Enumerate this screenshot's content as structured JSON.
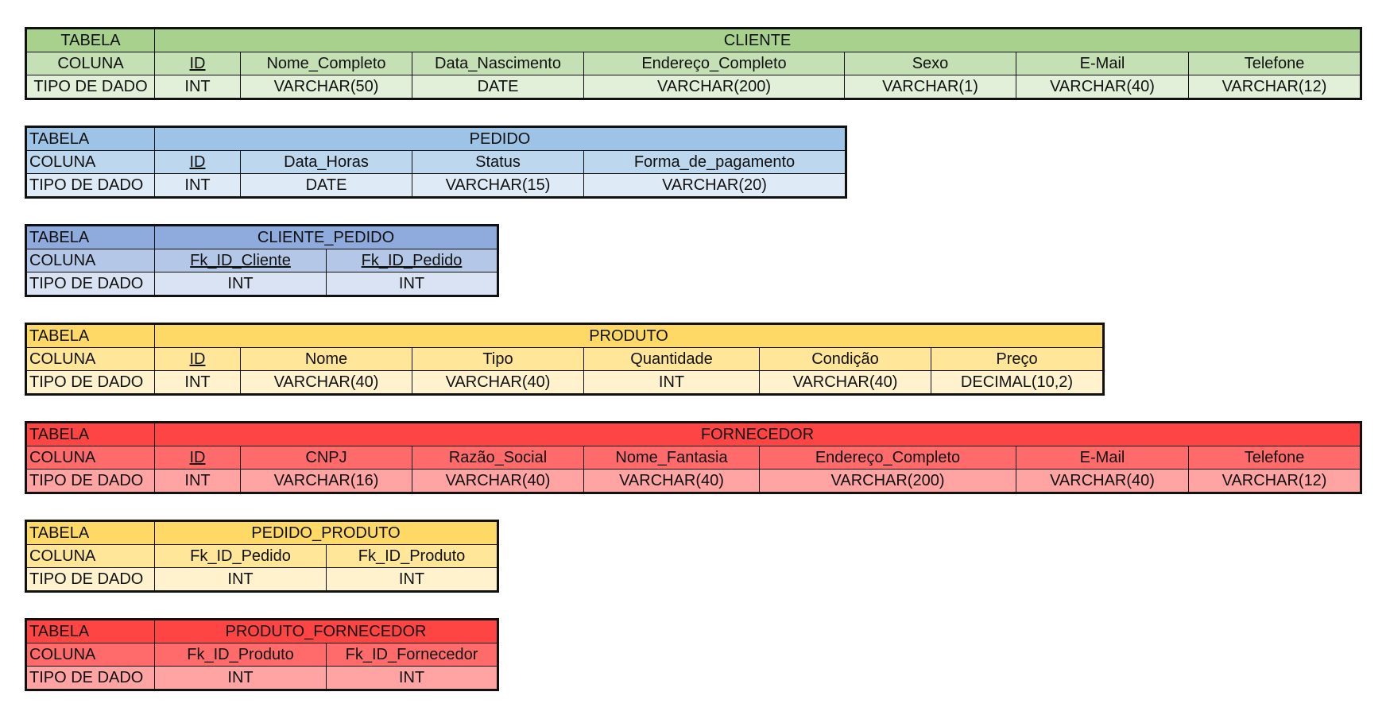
{
  "row_labels": {
    "tabela": "TABELA",
    "coluna": "COLUNA",
    "tipo": "TIPO DE DADO"
  },
  "colors": {
    "green": "#a9d18e",
    "blue": "#9dc3e6",
    "indigo": "#8faadc",
    "yellow": "#ffd966",
    "red": "#ff4444"
  },
  "tables": {
    "cliente": {
      "name": "CLIENTE",
      "columns": [
        "ID",
        "Nome_Completo",
        "Data_Nascimento",
        "Endereço_Completo",
        "Sexo",
        "E-Mail",
        "Telefone"
      ],
      "types": [
        "INT",
        "VARCHAR(50)",
        "DATE",
        "VARCHAR(200)",
        "VARCHAR(1)",
        "VARCHAR(40)",
        "VARCHAR(12)"
      ]
    },
    "pedido": {
      "name": "PEDIDO",
      "columns": [
        "ID",
        "Data_Horas",
        "Status",
        "Forma_de_pagamento"
      ],
      "types": [
        "INT",
        "DATE",
        "VARCHAR(15)",
        "VARCHAR(20)"
      ]
    },
    "cliente_pedido": {
      "name": "CLIENTE_PEDIDO",
      "columns": [
        "Fk_ID_Cliente",
        "Fk_ID_Pedido"
      ],
      "types": [
        "INT",
        "INT"
      ]
    },
    "produto": {
      "name": "PRODUTO",
      "columns": [
        "ID",
        "Nome",
        "Tipo",
        "Quantidade",
        "Condição",
        "Preço"
      ],
      "types": [
        "INT",
        "VARCHAR(40)",
        "VARCHAR(40)",
        "INT",
        "VARCHAR(40)",
        "DECIMAL(10,2)"
      ]
    },
    "fornecedor": {
      "name": "FORNECEDOR",
      "columns": [
        "ID",
        "CNPJ",
        "Razão_Social",
        "Nome_Fantasia",
        "Endereço_Completo",
        "E-Mail",
        "Telefone"
      ],
      "types": [
        "INT",
        "VARCHAR(16)",
        "VARCHAR(40)",
        "VARCHAR(40)",
        "VARCHAR(200)",
        "VARCHAR(40)",
        "VARCHAR(12)"
      ]
    },
    "pedido_produto": {
      "name": "PEDIDO_PRODUTO",
      "columns": [
        "Fk_ID_Pedido",
        "Fk_ID_Produto"
      ],
      "types": [
        "INT",
        "INT"
      ]
    },
    "produto_fornecedor": {
      "name": "PRODUTO_FORNECEDOR",
      "columns": [
        "Fk_ID_Produto",
        "Fk_ID_Fornecedor"
      ],
      "types": [
        "INT",
        "INT"
      ]
    }
  }
}
